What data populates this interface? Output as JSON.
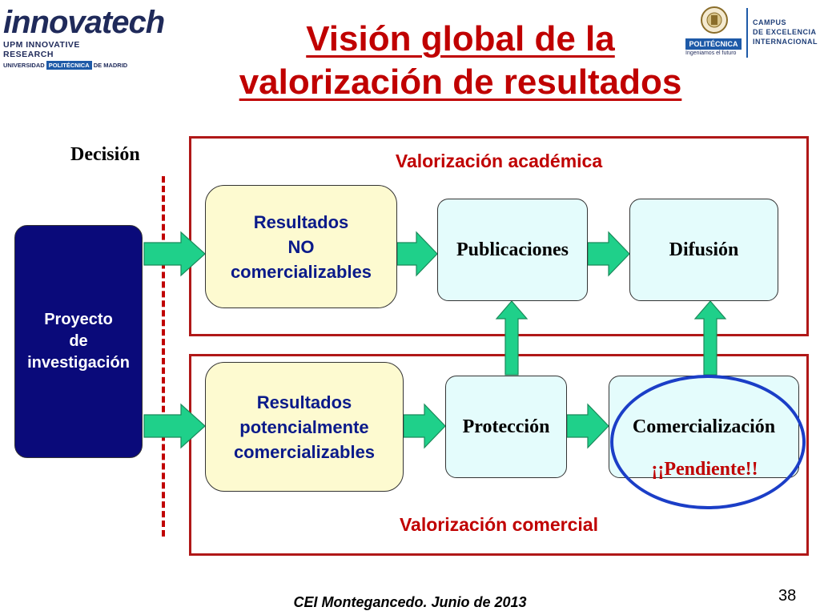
{
  "header": {
    "title_line1": "Visión global de la",
    "title_line2": "valorización de resultados"
  },
  "logos": {
    "left_name": "innovatech",
    "left_sub": "UPM INNOVATIVE RESEARCH",
    "left_uni_a": "UNIVERSIDAD",
    "left_uni_b": "POLITÉCNICA",
    "left_uni_c": "DE MADRID",
    "upm_badge": "POLITÉCNICA",
    "upm_tag": "Ingeniamos el futuro",
    "campus_1": "CAMPUS",
    "campus_2": "DE EXCELENCIA",
    "campus_3": "INTERNACIONAL"
  },
  "diagram": {
    "decision": "Decisión",
    "academic_label": "Valorización académica",
    "commercial_label": "Valorización comercial",
    "project_1": "Proyecto",
    "project_2": "de",
    "project_3": "investigación",
    "no_comm_1": "Resultados",
    "no_comm_2": "NO",
    "no_comm_3": "comercializables",
    "pot_comm_1": "Resultados",
    "pot_comm_2": "potencialmente",
    "pot_comm_3": "comercializables",
    "publicaciones": "Publicaciones",
    "difusion": "Difusión",
    "proteccion": "Protección",
    "comercializacion": "Comercialización",
    "pendiente": "¡¡Pendiente!!"
  },
  "footer": {
    "text": "CEI Montegancedo. Junio de 2013",
    "page": "38"
  },
  "colors": {
    "title_red": "#c00000",
    "frame_red": "#b01818",
    "arrow_green": "#1fd08a",
    "project_navy": "#0a0a7a",
    "ellipse_blue": "#1b3ec7"
  }
}
